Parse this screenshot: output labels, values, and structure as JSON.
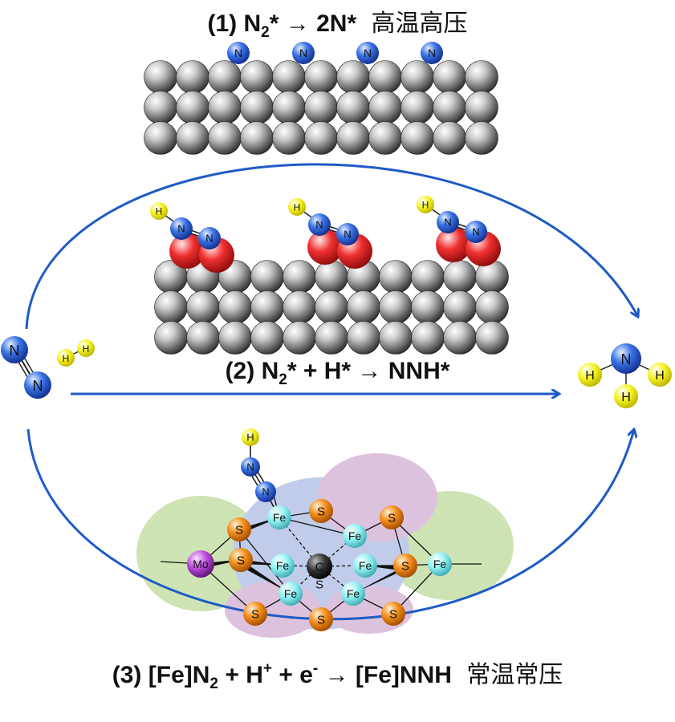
{
  "colors": {
    "arrow": "#1e5bc6",
    "nitrogen": "#2b62d4",
    "hydrogen": "#f2f01a",
    "oxygen": "#e0202a",
    "sulfur": "#f08a1e",
    "iron": "#7fe6e6",
    "molybdenum": "#b04ad0",
    "carbon": "#333333",
    "surface": "#8a8a8a",
    "protein_green": "#c6dfa6",
    "protein_blue": "#b7c4e8",
    "protein_pink": "#d8b8d8"
  },
  "mechanism1": {
    "num": "(1)",
    "n": "N",
    "sub2": "2",
    "star": "*",
    "arrow": "→",
    "product": "2N*",
    "condition": "高温高压"
  },
  "mechanism2": {
    "num": "(2)",
    "n": "N",
    "sub2": "2",
    "star": "*",
    "plus": "+",
    "h": "H*",
    "arrow": "→",
    "product": "NNH*"
  },
  "mechanism3": {
    "num": "(3)",
    "fe_n": "[Fe]N",
    "sub2": "2",
    "plus1": "+",
    "h": "H",
    "sup_plus": "+",
    "plus2": "+",
    "e": "e",
    "sup_minus": "-",
    "arrow": "→",
    "product": "[Fe]NNH",
    "condition": "常温常压"
  },
  "atom_labels": {
    "n": "N",
    "h": "H",
    "s": "S",
    "fe": "Fe",
    "mo": "Mo",
    "c": "C"
  }
}
